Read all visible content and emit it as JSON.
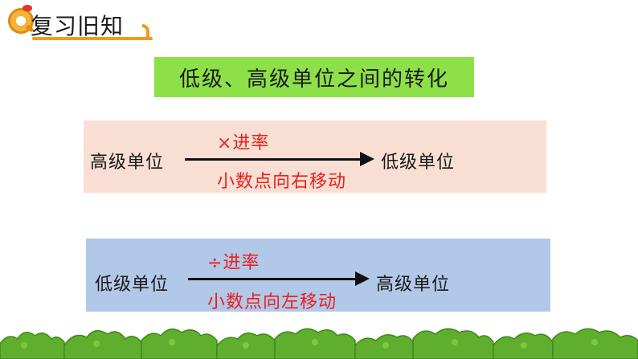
{
  "header": {
    "title": "复习旧知"
  },
  "topic": {
    "label": "低级、高级单位之间的转化"
  },
  "rows": [
    {
      "from": "高级单位",
      "operation": "×进率",
      "rule": "小数点向右移动",
      "to": "低级单位"
    },
    {
      "from": "低级单位",
      "operation": "÷进率",
      "rule": "小数点向左移动",
      "to": "高级单位"
    }
  ],
  "colors": {
    "accent": "#f19a1f",
    "topic_bg": "#8ee048",
    "row1_bg": "#f9dfd3",
    "row2_bg": "#b2c8e8",
    "red": "#e8201c",
    "grass": "#5fae2e"
  },
  "icons": {
    "logo": "q-magnifier-logo-icon",
    "arrow": "right-arrow-icon"
  }
}
